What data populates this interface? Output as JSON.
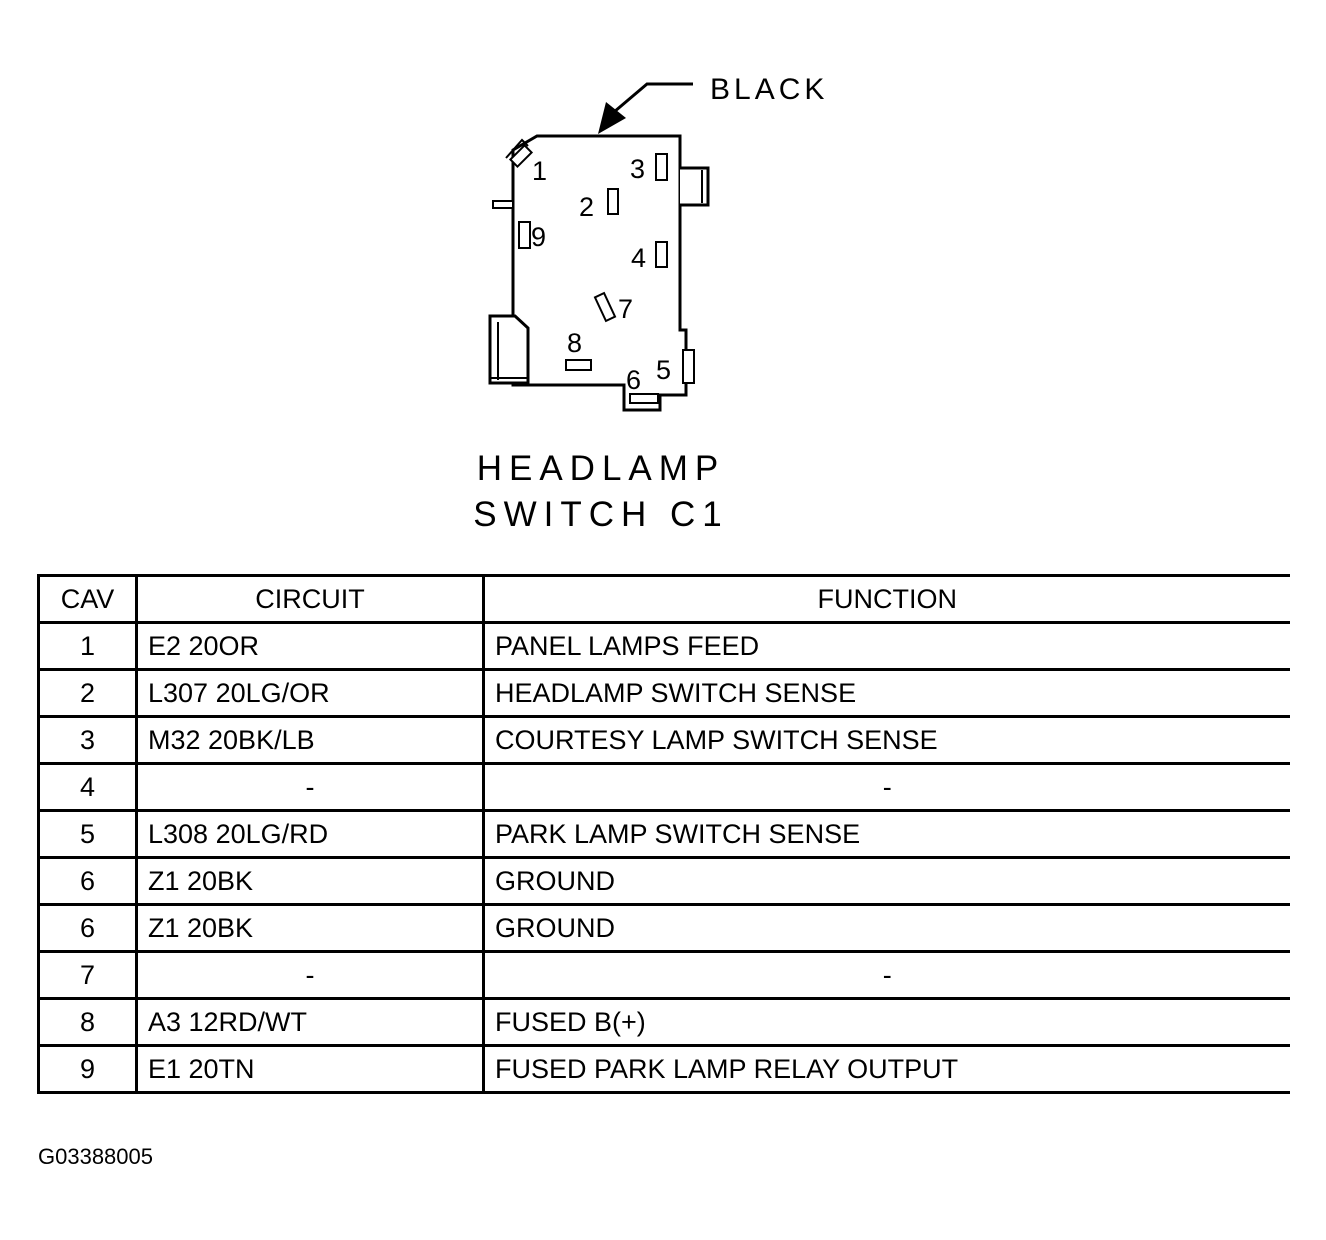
{
  "connector": {
    "callout": "BLACK",
    "caption": [
      "HEADLAMP",
      "SWITCH C1"
    ],
    "pin_labels": [
      "1",
      "2",
      "3",
      "4",
      "5",
      "6",
      "7",
      "8",
      "9"
    ]
  },
  "table": {
    "headers": [
      "CAV",
      "CIRCUIT",
      "FUNCTION"
    ],
    "rows": [
      {
        "cav": "1",
        "circuit": "E2 20OR",
        "function": "PANEL LAMPS FEED"
      },
      {
        "cav": "2",
        "circuit": "L307 20LG/OR",
        "function": "HEADLAMP SWITCH SENSE"
      },
      {
        "cav": "3",
        "circuit": "M32 20BK/LB",
        "function": "COURTESY LAMP SWITCH SENSE"
      },
      {
        "cav": "4",
        "circuit": "-",
        "function": "-"
      },
      {
        "cav": "5",
        "circuit": "L308 20LG/RD",
        "function": "PARK LAMP SWITCH SENSE"
      },
      {
        "cav": "6",
        "circuit": "Z1 20BK",
        "function": "GROUND"
      },
      {
        "cav": "6",
        "circuit": "Z1 20BK",
        "function": "GROUND"
      },
      {
        "cav": "7",
        "circuit": "-",
        "function": "-"
      },
      {
        "cav": "8",
        "circuit": "A3 12RD/WT",
        "function": "FUSED B(+)"
      },
      {
        "cav": "9",
        "circuit": "E1 20TN",
        "function": "FUSED PARK LAMP RELAY OUTPUT"
      }
    ]
  },
  "figure_id": "G03388005"
}
